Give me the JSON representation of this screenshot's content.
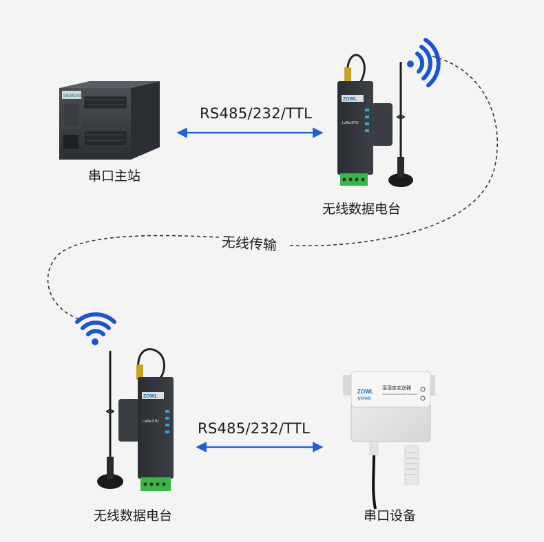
{
  "top": {
    "master_label": "串口主站",
    "radio_label": "无线数据电台",
    "protocol": "RS485/232/TTL",
    "plc_brand": "SIEMENS",
    "dtu_brand": "ZOWL",
    "dtu_model": "LoRa DTU"
  },
  "link": {
    "wireless_label": "无线传输"
  },
  "bottom": {
    "radio_label": "无线数据电台",
    "device_label": "串口设备",
    "protocol": "RS485/232/TTL",
    "dtu_brand": "ZOWL",
    "dtu_model": "LoRa DTU",
    "sensor_brand": "ZOWL",
    "sensor_brand_cn": "智联物联",
    "sensor_title": "温湿度变送器",
    "sensor_subtitle": "Temperature and Humidity Transmitter"
  },
  "colors": {
    "arrow": "#1f5fd6",
    "signal": "#1d56c9",
    "dashed": "#333333"
  }
}
